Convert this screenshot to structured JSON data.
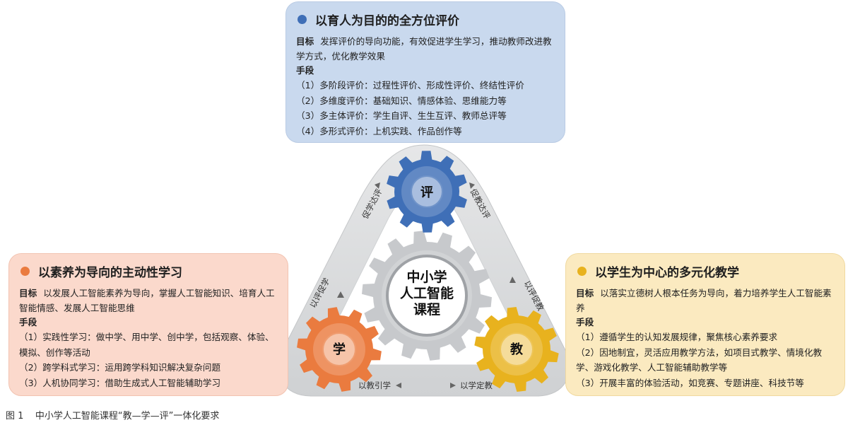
{
  "colors": {
    "eval_gear": "#3f6fb7",
    "learn_gear": "#ea7b3f",
    "teach_gear": "#e8b21e",
    "center_gear": "#c7c9cc",
    "triangle": "#d9dadb"
  },
  "top_panel": {
    "title": "以育人为目的的全方位评价",
    "goal_label": "目标",
    "goal_text": "发挥评价的导向功能，有效促进学生学习，推动教师改进教学方式，优化教学效果",
    "means_label": "手段",
    "items": [
      "（1）多阶段评价：过程性评价、形成性评价、终结性评价",
      "（2）多维度评价：基础知识、情感体验、思维能力等",
      "（3）多主体评价：学生自评、生生互评、教师总评等",
      "（4）多形式评价：上机实践、作品创作等"
    ]
  },
  "left_panel": {
    "title": "以素养为导向的主动性学习",
    "goal_label": "目标",
    "goal_text": "以发展人工智能素养为导向，掌握人工智能知识、培育人工智能情感、发展人工智能思维",
    "means_label": "手段",
    "items": [
      "（1）实践性学习：做中学、用中学、创中学，包括观察、体验、模拟、创作等活动",
      "（2）跨学科式学习：运用跨学科知识解决复杂问题",
      "（3）人机协同学习：借助生成式人工智能辅助学习"
    ]
  },
  "right_panel": {
    "title": "以学生为中心的多元化教学",
    "goal_label": "目标",
    "goal_text": "以落实立德树人根本任务为导向，着力培养学生人工智能素养",
    "means_label": "手段",
    "items": [
      "（1）遵循学生的认知发展规律，聚焦核心素养要求",
      "（2）因地制宜，灵活应用教学方法，如项目式教学、情境化教学、游戏化教学、人工智能辅助教学等",
      "（3）开展丰富的体验活动，如竞赛、专题讲座、科技节等"
    ]
  },
  "gears": {
    "eval": "评",
    "learn": "学",
    "teach": "教",
    "center_lines": [
      "中小学",
      "人工智能",
      "课程"
    ]
  },
  "arrows": {
    "left_upper": "促学达评",
    "right_upper": "促教达评",
    "left_lower": "以评促学",
    "right_lower": "以评促教",
    "bottom_left": "以教引学",
    "bottom_right": "以学定教"
  },
  "caption": "图 1    中小学人工智能课程“教—学—评”一体化要求"
}
